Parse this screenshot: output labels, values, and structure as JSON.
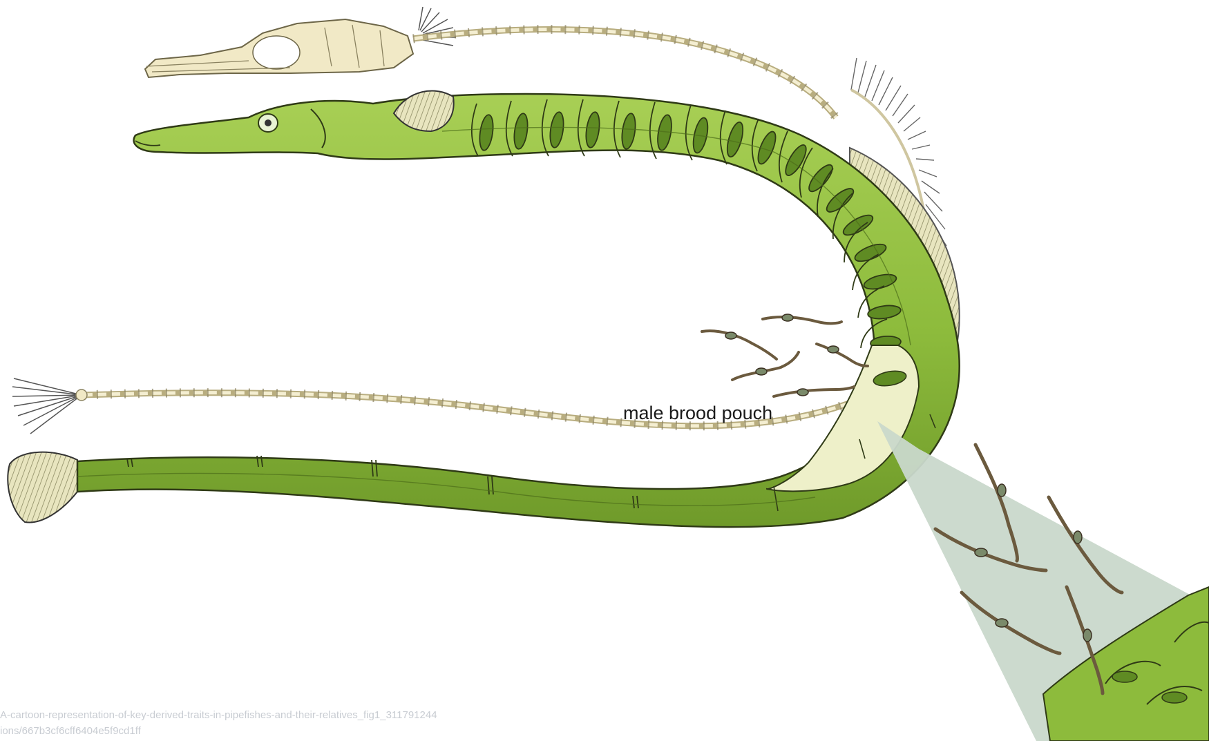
{
  "labels": {
    "brood_pouch": "male brood pouch"
  },
  "watermark": {
    "line1": "A-cartoon-representation-of-key-derived-traits-in-pipefishes-and-their-relatives_fig1_311791244",
    "line2": "ions/667b3cf6cff6404e5f9cd1ff"
  },
  "colors": {
    "body_green": "#8dbb3c",
    "body_outline": "#2f3a16",
    "bone": "#f1e9c6",
    "pouch_cream": "#eef0c9",
    "inset_panel": "#c9d8cb",
    "embryo_brown": "#6b5a3e"
  },
  "icons": {
    "skeleton": "pipefish-skeleton",
    "fish": "pipefish-body",
    "embryos": "embryo-cluster",
    "zoom": "zoom-inset-panel"
  }
}
